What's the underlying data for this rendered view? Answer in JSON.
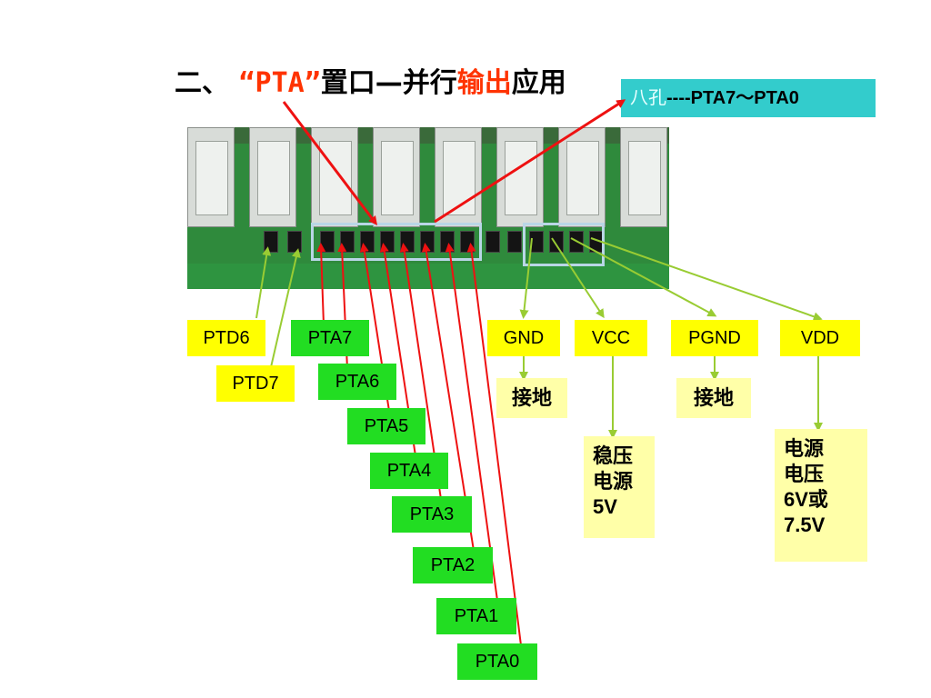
{
  "title": {
    "part1": "二、",
    "part2": "“PTA”",
    "part3": "置口—并行",
    "part4": "输出",
    "part5": "应用"
  },
  "callout": {
    "light": "八孔",
    "bold": "----PTA7～PTA0"
  },
  "labels": {
    "ptd6": "PTD6",
    "ptd7": "PTD7",
    "pta7": "PTA7",
    "pta6": "PTA6",
    "pta5": "PTA5",
    "pta4": "PTA4",
    "pta3": "PTA3",
    "pta2": "PTA2",
    "pta1": "PTA1",
    "pta0": "PTA0",
    "gnd": "GND",
    "vcc": "VCC",
    "pgnd": "PGND",
    "vdd": "VDD"
  },
  "notes": {
    "gnd_ground": "接地",
    "pgnd_ground": "接地",
    "vcc_line1": "稳压",
    "vcc_line2": "电源",
    "vcc_line3": "5V",
    "vdd_line1": "电源",
    "vdd_line2": "电压",
    "vdd_line3": "6V或",
    "vdd_line4": "7.5V"
  },
  "colors": {
    "title_accent": "#ff3300",
    "callout_bg": "#33cccc",
    "port_label_bg": "#ffff00",
    "pta_label_bg": "#22dd22",
    "note_bg": "#ffffa8",
    "red_wire": "#ee1111",
    "green_wire": "#99cc33"
  }
}
